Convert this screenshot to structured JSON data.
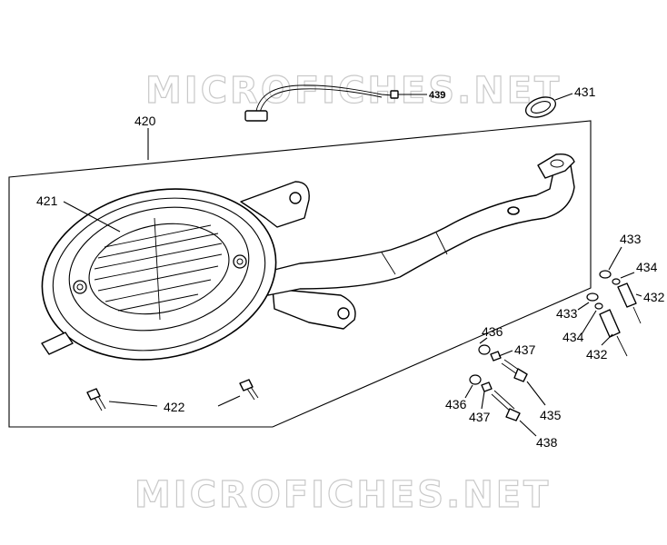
{
  "watermarks": {
    "top": "MICROFICHES.NET",
    "bottom": "MICROFICHES.NET"
  },
  "callouts": {
    "p420": "420",
    "p421": "421",
    "p422": "422",
    "p431": "431",
    "p432a": "432",
    "p432b": "432",
    "p433a": "433",
    "p433b": "433",
    "p434a": "434",
    "p434b": "434",
    "p435": "435",
    "p436a": "436",
    "p436b": "436",
    "p437a": "437",
    "p437b": "437",
    "p438": "438",
    "p439": "439"
  }
}
